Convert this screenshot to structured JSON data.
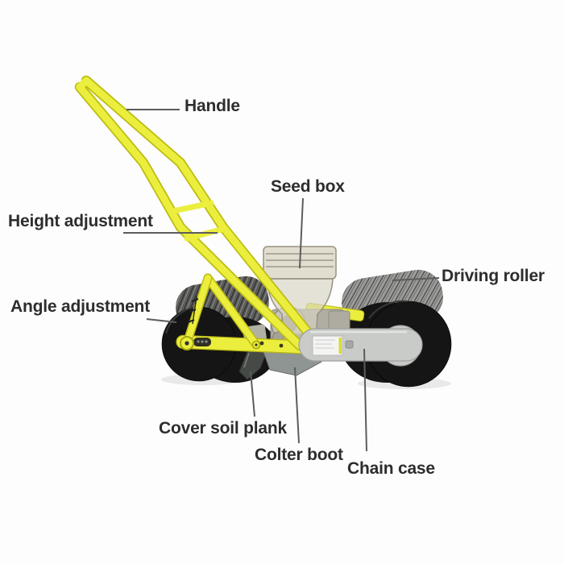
{
  "diagram": {
    "labels": {
      "handle": "Handle",
      "seed_box": "Seed box",
      "height_adjustment": "Height adjustment",
      "driving_roller": "Driving roller",
      "angle_adjustment": "Angle adjustment",
      "cover_soil_plank": "Cover soil plank",
      "colter_boot": "Colter boot",
      "chain_case": "Chain case"
    },
    "colors": {
      "background": "#fdfdfd",
      "frame_yellow": "#ebee3d",
      "frame_yellow_dark": "#bdbc12",
      "roller_dark": "#151515",
      "chain_case_gray": "#c9cbc8",
      "hopper_tint": "#d8d3c2",
      "label_text": "#2d2d2d",
      "leader_line": "#5c5c5c"
    }
  }
}
